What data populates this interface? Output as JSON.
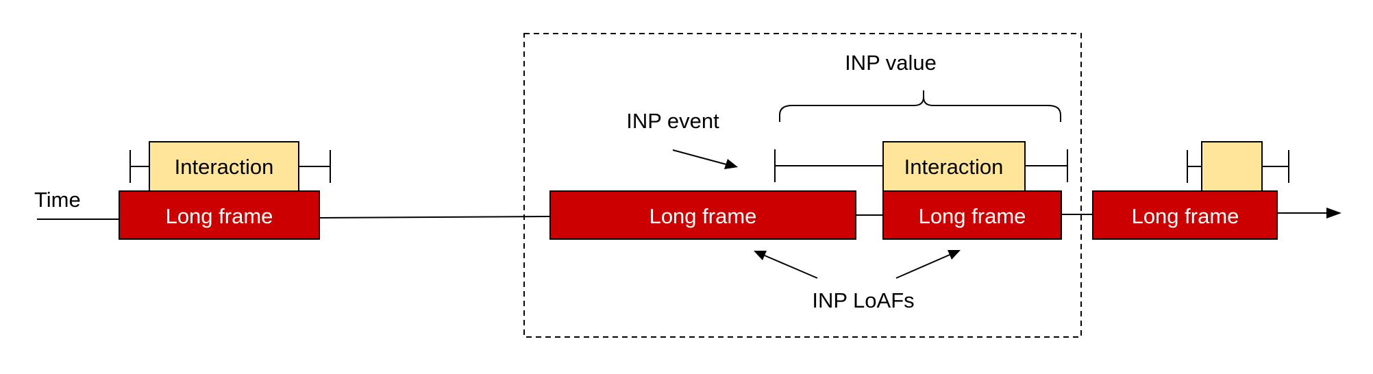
{
  "labels": {
    "time": "Time",
    "inp_value": "INP value",
    "inp_event": "INP event",
    "inp_loafs": "INP LoAFs"
  },
  "frames": [
    {
      "label": "Long frame"
    },
    {
      "label": "Long frame"
    },
    {
      "label": "Long frame"
    },
    {
      "label": "Long frame"
    }
  ],
  "interactions": [
    {
      "label": "Interaction"
    },
    {
      "label": "Interaction"
    },
    {
      "label": ""
    }
  ],
  "colors": {
    "frame_fill": "#cc0000",
    "frame_text": "#ffffff",
    "interaction_fill": "#ffe599",
    "interaction_text": "#000000",
    "line": "#000000"
  }
}
